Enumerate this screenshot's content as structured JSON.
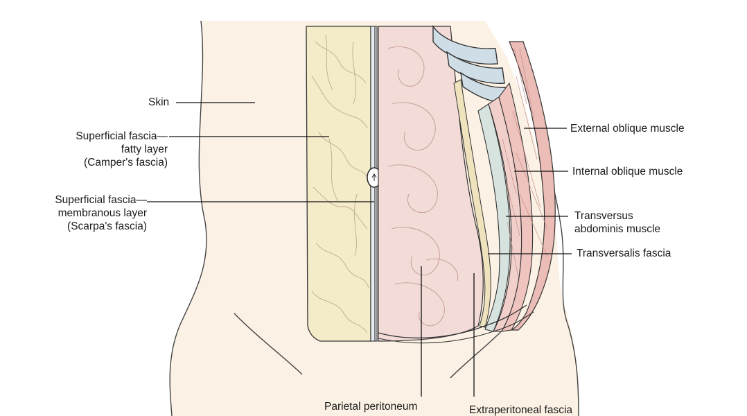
{
  "labels": {
    "skin": "Skin",
    "camper": [
      "Superficial fascia—",
      "fatty layer",
      "(Camper's fascia)"
    ],
    "scarpa": [
      "Superficial fascia—",
      "membranous layer",
      "(Scarpa's fascia)"
    ],
    "external_oblique": "External oblique muscle",
    "internal_oblique": "Internal oblique muscle",
    "transversus": [
      "Transversus",
      "abdominis muscle"
    ],
    "transversalis": "Transversalis fascia",
    "parietal_peritoneum": "Parietal peritoneum",
    "extraperitoneal": "Extraperitoneal fascia"
  },
  "colors": {
    "skin": "#fbf1e4",
    "fat": "#f4ebc8",
    "bowel": "#f3dcd8",
    "muscle": "#efc4bf",
    "fascia_blue": "#cfdde6",
    "outline": "#222222",
    "leader": "#111111"
  }
}
